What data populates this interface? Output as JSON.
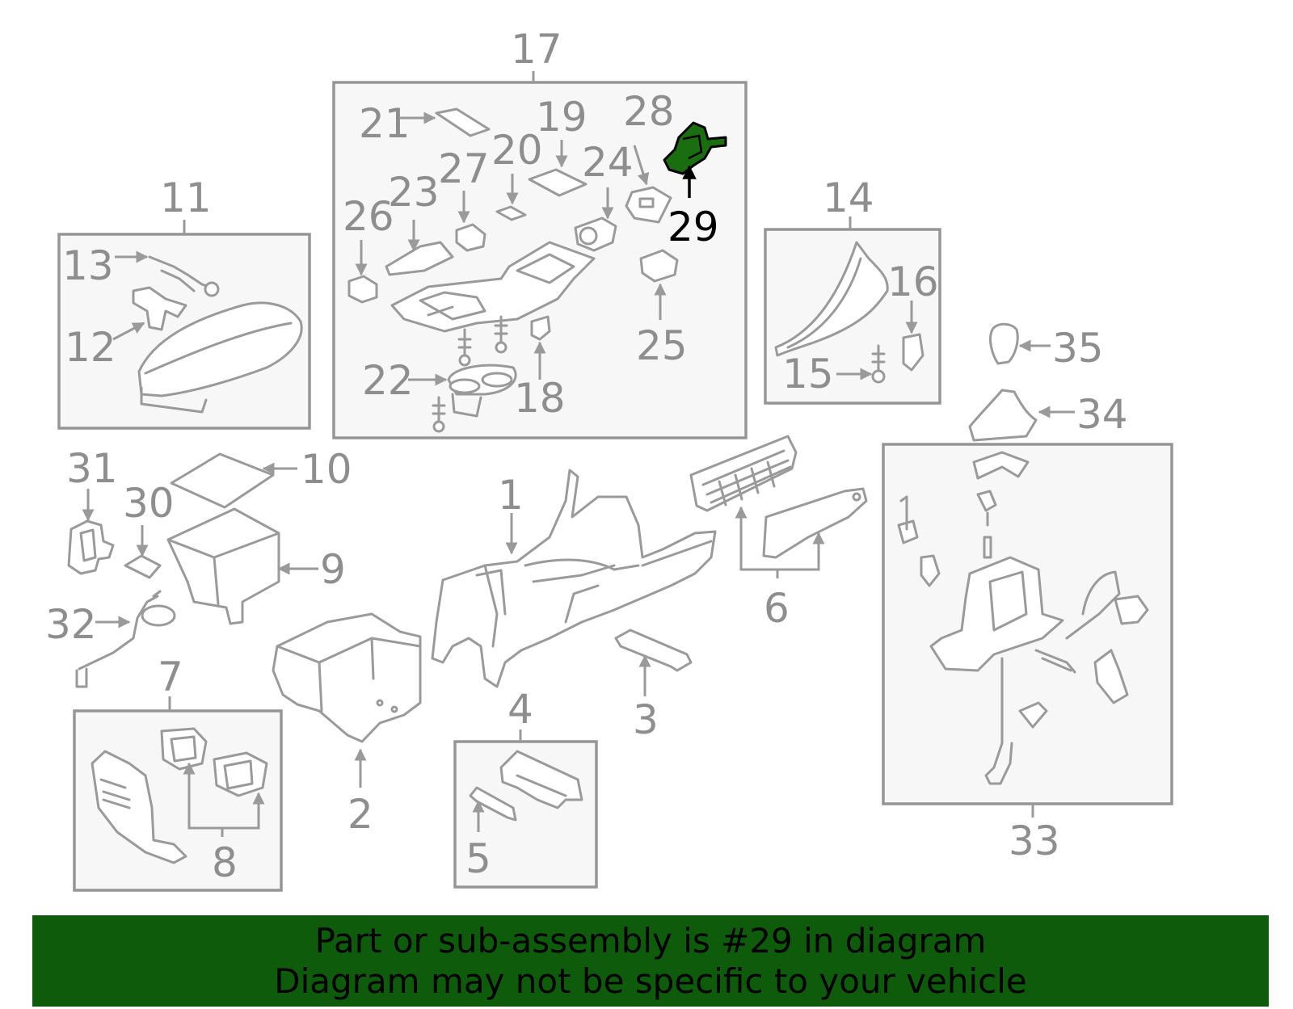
{
  "callouts": {
    "c1": "1",
    "c2": "2",
    "c3": "3",
    "c4": "4",
    "c5": "5",
    "c6": "6",
    "c7": "7",
    "c8": "8",
    "c9": "9",
    "c10": "10",
    "c11": "11",
    "c12": "12",
    "c13": "13",
    "c14": "14",
    "c15": "15",
    "c16": "16",
    "c17": "17",
    "c18": "18",
    "c19": "19",
    "c20": "20",
    "c21": "21",
    "c22": "22",
    "c23": "23",
    "c24": "24",
    "c25": "25",
    "c26": "26",
    "c27": "27",
    "c28": "28",
    "c29": "29",
    "c30": "30",
    "c31": "31",
    "c32": "32",
    "c33": "33",
    "c34": "34",
    "c35": "35"
  },
  "highlight": {
    "part_number": "29",
    "color": "#1a6e10"
  },
  "colors": {
    "banner_bg": "#0e5b0b",
    "line_gray": "#9a9a9a",
    "label_gray": "#8e8e8e"
  },
  "banner": {
    "line1": "Part or sub-assembly is #29 in diagram",
    "line2": "Diagram may not be specific to your vehicle"
  }
}
